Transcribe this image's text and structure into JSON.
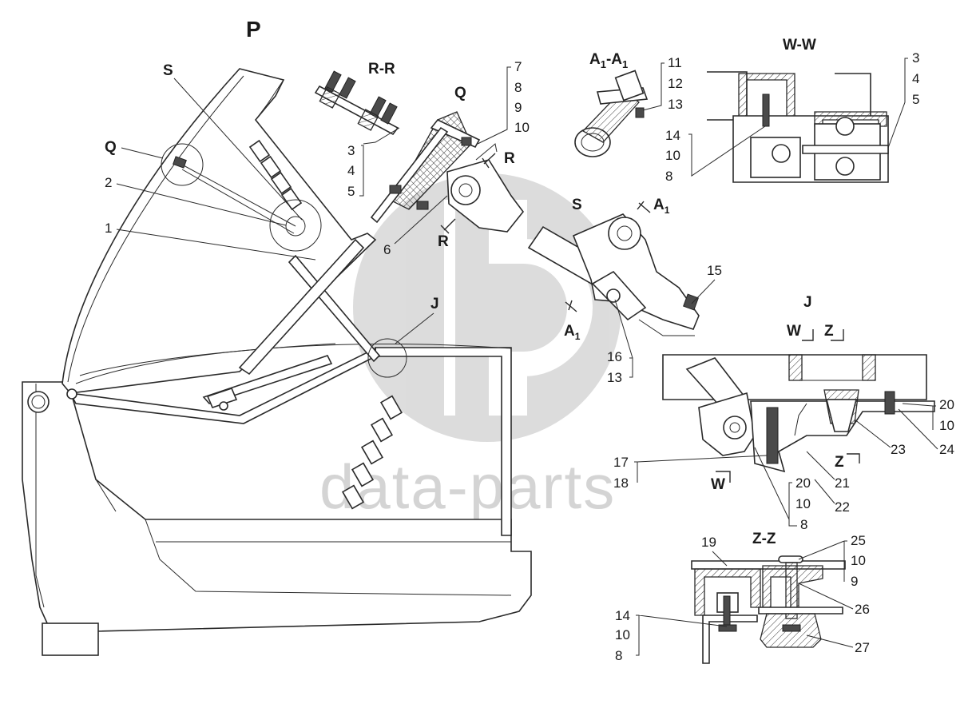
{
  "diagram": {
    "view_titles": {
      "p": "P",
      "rr": "R-R",
      "q": "Q",
      "a1a1_main": "A",
      "a1a1_sub1": "1",
      "a1a1_sep": "-A",
      "a1a1_sub2": "1",
      "ww": "W-W",
      "s": "S",
      "j": "J",
      "zz": "Z-Z"
    },
    "callouts_main": {
      "S": "S",
      "Q": "Q",
      "n2": "2",
      "n1": "1",
      "J": "J"
    },
    "callouts_rr": [
      "3",
      "4",
      "5"
    ],
    "callouts_q_top": [
      "7",
      "8",
      "9",
      "10"
    ],
    "callouts_q": {
      "n6": "6",
      "R_top": "R",
      "R_bottom": "R"
    },
    "callouts_a1": [
      "11",
      "12",
      "13"
    ],
    "callouts_ww_right": [
      "3",
      "4",
      "5"
    ],
    "callouts_ww_left": [
      "14",
      "10",
      "8"
    ],
    "callouts_s": {
      "A1_top": "A",
      "A1_top_sub": "1",
      "n15": "15",
      "A1_left": "A",
      "A1_left_sub": "1",
      "n16": "16",
      "n13": "13"
    },
    "callouts_j": {
      "W_top": "W",
      "Z_top": "Z",
      "right_group": [
        "20",
        "10"
      ],
      "n24": "24",
      "n23": "23",
      "n17": "17",
      "n18": "18",
      "Z_bottom": "Z",
      "W_bottom": "W",
      "n21": "21",
      "bottom_group": [
        "20",
        "10",
        "8"
      ],
      "n22": "22"
    },
    "callouts_zz": {
      "n19": "19",
      "right_group": [
        "25",
        "10",
        "9"
      ],
      "left_group": [
        "14",
        "10",
        "8"
      ],
      "n26": "26",
      "n27": "27"
    },
    "watermark": "data-parts"
  }
}
